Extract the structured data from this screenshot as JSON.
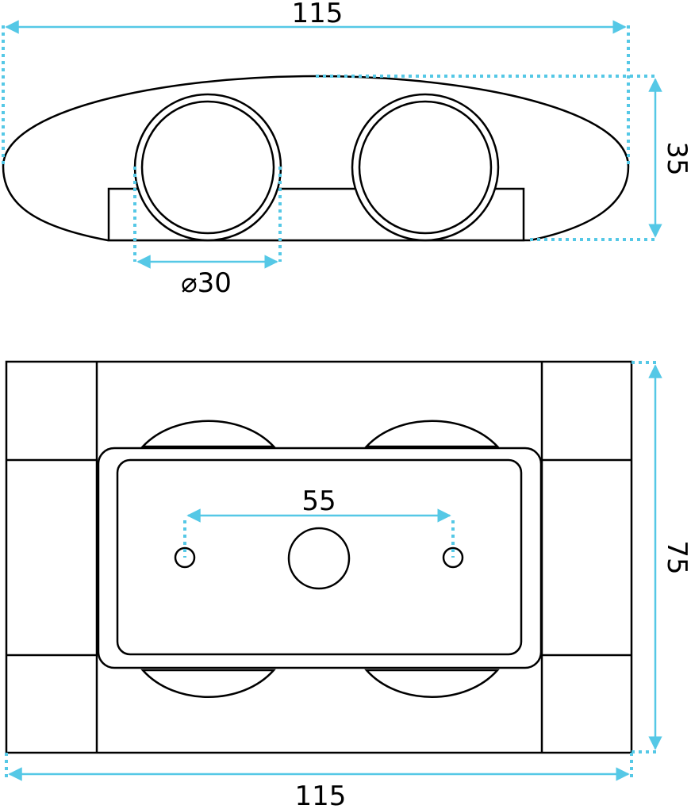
{
  "colors": {
    "outline": "#000000",
    "dimension": "#55c8e6",
    "background": "#ffffff"
  },
  "top_view": {
    "width_label": "115",
    "height_label": "35",
    "diameter_symbol": "⌀",
    "diameter_value": "30"
  },
  "bottom_view": {
    "width_label": "115",
    "height_label": "75",
    "hole_spacing_label": "55"
  }
}
